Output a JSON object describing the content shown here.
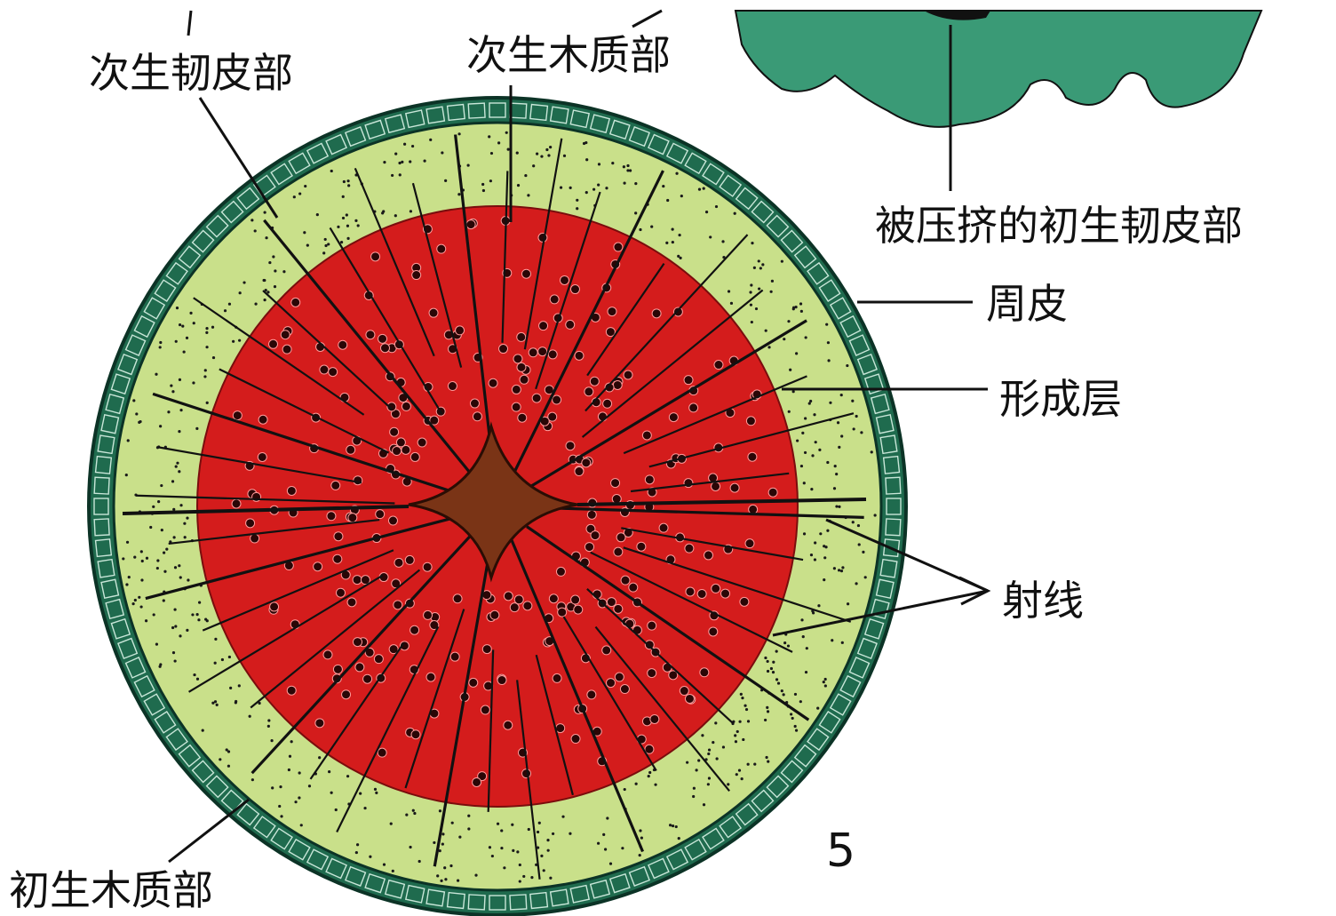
{
  "labels": {
    "secondary_phloem": "次生韧皮部",
    "secondary_xylem": "次生木质部",
    "compressed_primary_phloem": "被压挤的初生韧皮部",
    "periderm": "周皮",
    "cambium": "形成层",
    "ray": "射线",
    "primary_xylem": "初生木质部",
    "figure_number": "5"
  },
  "colors": {
    "periderm": "#1f6b4e",
    "phloem": "#c9e08a",
    "xylem": "#d41c1c",
    "primary_xylem": "#7a3416",
    "compressed_tissue": "#3a9a76",
    "ink": "#111111"
  }
}
